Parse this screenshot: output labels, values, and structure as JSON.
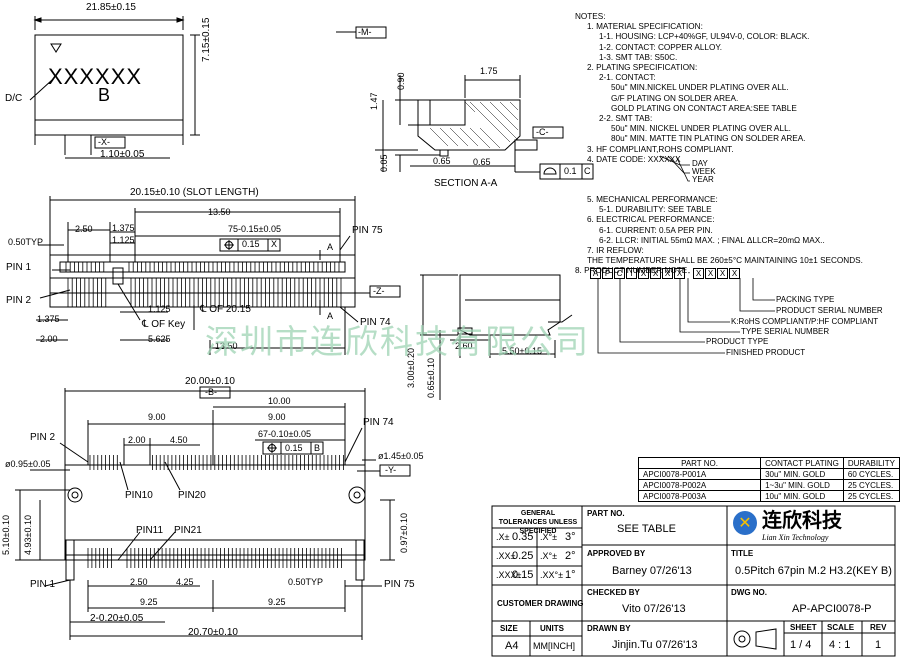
{
  "top_view": {
    "overall_length": "21.85±0.15",
    "height": "7.15±0.15",
    "datum_m": "-M-",
    "datum_x": "-X-",
    "pitch_label": "1.10±0.05",
    "marking": "XXXXXX",
    "marking_b": "B",
    "dc_label": "D/C"
  },
  "section": {
    "dim_175": "1.75",
    "dim_090": "0.90",
    "dim_147": "1.47",
    "dim_005": "0.05",
    "dim_065a": "0.65",
    "dim_065b": "0.65",
    "datum_c": "-C-",
    "flatness_tol": "0.1",
    "flatness_datum": "C",
    "title": "SECTION A-A"
  },
  "front_view": {
    "slot_length": "20.15±0.10 (SLOT LENGTH)",
    "d_1350": "13.50",
    "d_250": "2.50",
    "d_1375": "1.375",
    "d_1125": "1.125",
    "d_75": "75-0.15±0.05",
    "tol_pos": "0.15",
    "tol_datum": "X",
    "pitch_typ": "0.50TYP",
    "pin1": "PIN 1",
    "pin2": "PIN 2",
    "pin75": "PIN 75",
    "pin74": "PIN 74",
    "d_1375b": "1.375",
    "d_200": "2.00",
    "d_1125b": "1.125",
    "key_label": "℄ OF Key",
    "d_5625": "5.625",
    "of2015": "℄ OF 20.15",
    "d_1350b": "13.50",
    "section_a": "A",
    "datum_z": "-Z-"
  },
  "side_view": {
    "d_300": "3.00±0.20",
    "d_065": "0.65±0.10",
    "d_260": "2.60",
    "d_550": "5.50±0.15"
  },
  "bottom_view": {
    "width": "20.00±0.10",
    "datum_b": "-B-",
    "d_900a": "9.00",
    "d_1000": "10.00",
    "d_900b": "9.00",
    "d_200": "2.00",
    "d_450": "4.50",
    "d_67": "67-0.10±0.05",
    "tol_pos": "0.15",
    "tol_datum": "B",
    "pin2": "PIN 2",
    "pin74": "PIN 74",
    "pin10": "PIN10",
    "pin20": "PIN20",
    "pin11": "PIN11",
    "pin21": "PIN21",
    "pin1": "PIN 1",
    "pin75": "PIN 75",
    "hole_left": "ø0.95±0.05",
    "hole_right": "ø1.45±0.05",
    "datum_y": "-Y-",
    "d_510": "5.10±0.10",
    "d_493": "4.93±0.10",
    "d_097": "0.97±0.10",
    "d_250": "2.50",
    "d_425": "4.25",
    "pitch_typ": "0.50TYP",
    "d_925a": "9.25",
    "d_925b": "9.25",
    "d_2020": "2-0.20±0.05",
    "d_2070": "20.70±0.10"
  },
  "notes": [
    "NOTES:",
    "1. MATERIAL SPECIFICATION:",
    "    1-1. HOUSING: LCP+40%GF, UL94V-0, COLOR: BLACK.",
    "    1-2. CONTACT: COPPER ALLOY.",
    "    1-3. SMT TAB: S50C.",
    "2. PLATING SPECIFICATION:",
    "    2-1. CONTACT:",
    "      50u\" MIN.NICKEL UNDER PLATING OVER ALL.",
    "      G/F PLATING ON SOLDER AREA.",
    "      GOLD  PLATING ON CONTACT AREA:SEE TABLE",
    "    2-2. SMT TAB:",
    "      50u\" MIN. NICKEL UNDER PLATING OVER ALL.",
    "      80u\" MIN. MATTE TIN PLATING ON SOLDER AREA.",
    "3. HF COMPLIANT,ROHS COMPLIANT.",
    "4. DATE CODE: XXXXXX",
    "",
    "",
    "5. MECHANICAL PERFORMANCE:",
    "    5-1. DURABILITY: SEE TABLE",
    "6. ELECTRICAL PERFORMANCE:",
    "    6-1. CURRENT: 0.5A PER PIN.",
    "    6-2. LLCR: INITIAL 55mΩ MAX. ; FINAL ΔLLCR=20mΩ MAX..",
    "7. IR REFLOW:",
    "      THE TEMPERATURE SHALL BE 260±5°C MAINTAINING 10±1 SECONDS.",
    "8. PRODUCT NUMBER NOTE"
  ],
  "date_code": {
    "day": "DAY",
    "week": "WEEK",
    "year": "YEAR"
  },
  "product_number": {
    "boxes": [
      "A",
      "P",
      "C",
      "I",
      "X",
      "X",
      "X",
      "X",
      "-",
      "X",
      "X",
      "X",
      "X"
    ],
    "legend": [
      "PACKING TYPE",
      "PRODUCT SERIAL NUMBER",
      "K:RoHS COMPLIANT/P:HF COMPLIANT",
      "TYPE SERIAL NUMBER",
      "PRODUCT TYPE",
      "FINISHED PRODUCT"
    ]
  },
  "watermark": "深圳市连欣科技有限公司",
  "contact_table": {
    "headers": [
      "PART NO.",
      "CONTACT PLATING",
      "DURABILITY"
    ],
    "rows": [
      [
        "APCI0078-P001A",
        "30u\" MIN. GOLD",
        "60 CYCLES."
      ],
      [
        "APCI0078-P002A",
        "1~3u\" MIN. GOLD",
        "25 CYCLES."
      ],
      [
        "APCI0078-P003A",
        "10u\" MIN. GOLD",
        "25 CYCLES."
      ]
    ]
  },
  "title_block": {
    "tol_title": "GENERAL TOLERANCES UNLESS SPECIFIED",
    "tol_rows": [
      [
        ".X±",
        "0.35",
        ".X°±",
        "3°"
      ],
      [
        ".XX±",
        "0.25",
        ".X°±",
        "2°"
      ],
      [
        ".XXX±",
        "0.15",
        ".XX°±",
        "1°"
      ]
    ],
    "customer_drawing": "CUSTOMER DRAWING",
    "size_label": "SIZE",
    "size": "A4",
    "units_label": "UNITS",
    "units": "MM[INCH]",
    "part_no_label": "PART NO.",
    "part_no": "SEE TABLE",
    "approved_label": "APPROVED BY",
    "approved": "Barney  07/26'13",
    "checked_label": "CHECKED BY",
    "checked": "Vito  07/26'13",
    "drawn_label": "DRAWN BY",
    "drawn": "Jinjin.Tu  07/26'13",
    "company_cn": "连欣科技",
    "company_en": "Lian Xin Technology",
    "title_label": "TITLE",
    "title": "0.5Pitch 67pin M.2 H3.2(KEY B)",
    "dwg_label": "DWG NO.",
    "dwg": "AP-APCI0078-P",
    "sheet_label": "SHEET",
    "sheet": "1 / 4",
    "scale_label": "SCALE",
    "scale": "4 : 1",
    "rev_label": "REV",
    "rev": "1"
  }
}
